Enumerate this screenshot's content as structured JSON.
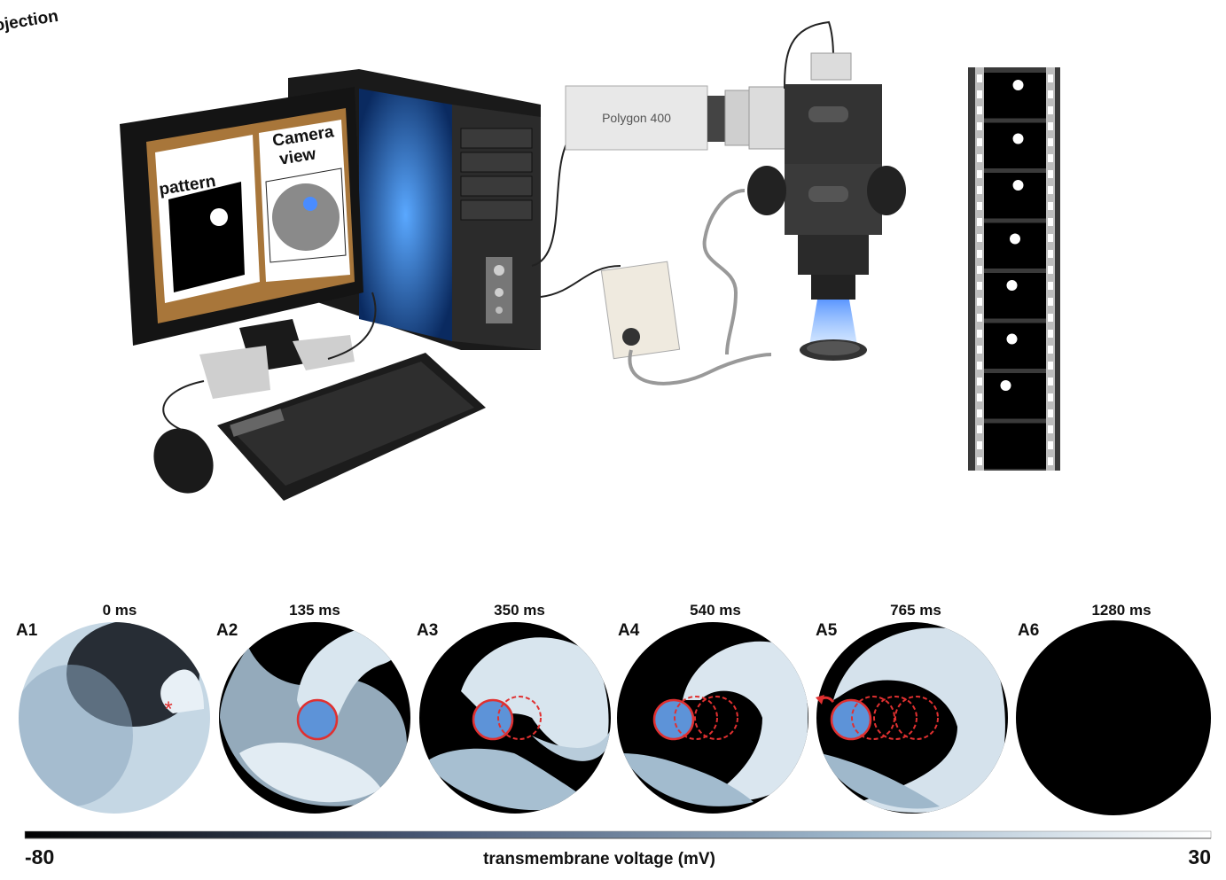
{
  "monitor": {
    "left_title_line1": "Projection",
    "left_title_line2": "pattern",
    "right_title_line1": "Camera",
    "right_title_line2": "view"
  },
  "camera_label": "Polygon 400",
  "filmstrip": {
    "dot_positions": [
      0.55,
      0.55,
      0.55,
      0.5,
      0.45,
      0.45,
      0.35
    ],
    "frames": 8
  },
  "panels": [
    {
      "id": "A1",
      "time": "0 ms"
    },
    {
      "id": "A2",
      "time": "135 ms"
    },
    {
      "id": "A3",
      "time": "350 ms"
    },
    {
      "id": "A4",
      "time": "540 ms"
    },
    {
      "id": "A5",
      "time": "765 ms"
    },
    {
      "id": "A6",
      "time": "1280 ms"
    }
  ],
  "colorbar": {
    "min_label": "-80",
    "max_label": "30",
    "title": "transmembrane voltage (mV)",
    "colors": [
      "#000000",
      "#4a5a78",
      "#9fb8cc",
      "#ffffff"
    ]
  },
  "accent_color": "#e03030"
}
